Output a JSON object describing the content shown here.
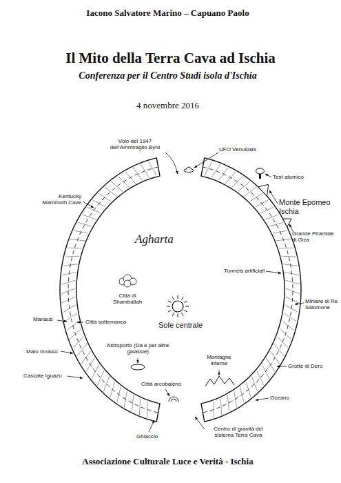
{
  "diagram": {
    "title": "Il Mito della Terra Cava ad Ischia",
    "labels": [
      "Iacono Salvatore Marino – Capuano Paolo",
      "Conferenza per il Centro Studi isola d'Ischia",
      "4 novembre 2016",
      "Volo del 1947 dell'Ammiraglio Byrd",
      "UFO Venusiani",
      "Test atomico",
      "Monte Epomeo Ischia",
      "Kentucky Mammoth Cave",
      "Grande Piramide di Giza",
      "Agharta",
      "Tunnels artificiali",
      "Città di Shamballah",
      "Miniere di Re Salomone",
      "Manaus",
      "Città sotterranea",
      "Sole centrale",
      "Astroporto (Da e per altre galassie)",
      "Mato Grosso",
      "Montagne interne",
      "Grotte di Dero",
      "Cascate Iguazu",
      "Città arcobaleno",
      "Oceano",
      "Centro di gravità del sistema Terra Cava",
      "Ghiaccio",
      "Associazione Culturale Luce e Verità - Ischia"
    ]
  }
}
